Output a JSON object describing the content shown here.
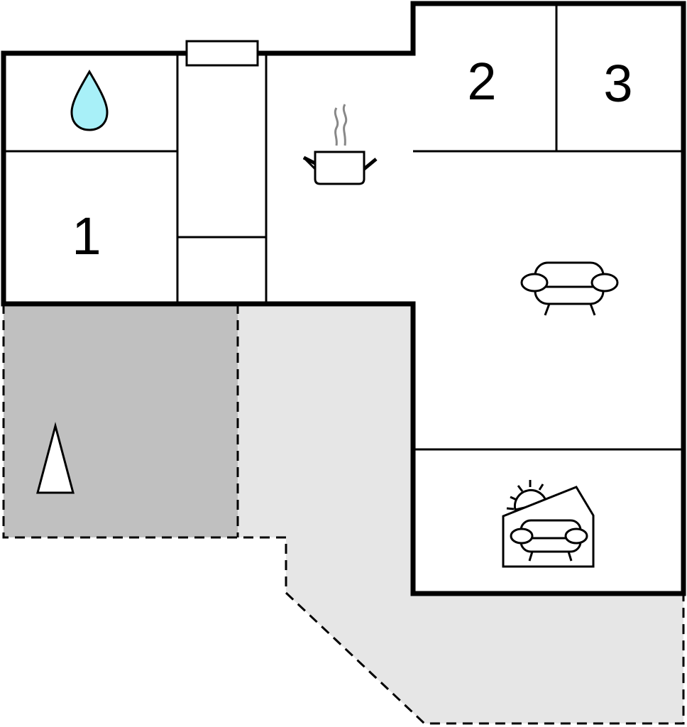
{
  "floorplan": {
    "room_labels": {
      "room_1": "1",
      "room_2": "2",
      "room_3": "3"
    },
    "icons": {
      "bathroom": "water-drop-icon",
      "kitchen": "cooking-pot-icon",
      "living_room": "sofa-icon",
      "conservatory": "sunroom-sofa-icon",
      "outdoor_area": "tent-icon"
    },
    "colors": {
      "wall": "#000000",
      "terrace": "#e6e6e6",
      "covered_terrace": "#c0c0c0",
      "water_drop": "#a8f0f8",
      "steam": "#888888"
    }
  }
}
